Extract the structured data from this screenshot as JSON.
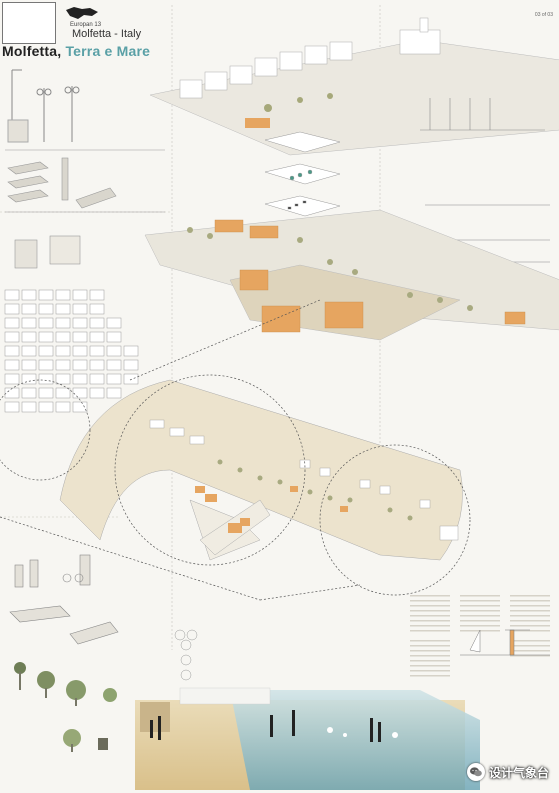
{
  "header": {
    "subtitle": "Europan 13",
    "location": "Molfetta - Italy",
    "title_part1": "Molfetta,",
    "title_part2": "Terra e Mare",
    "sheet_number": "03 of 03"
  },
  "watermark": {
    "text": "设计气象台",
    "icon": "wechat-icon"
  },
  "colors": {
    "background": "#f7f6f2",
    "title_accent": "#5aa0a6",
    "building_orange": "#e6a560",
    "sand": "#e8d6ad",
    "sea": "#7fb3c1"
  }
}
